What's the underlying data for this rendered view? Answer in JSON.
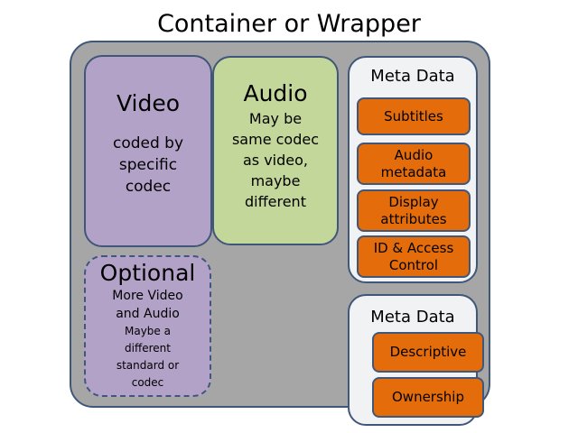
{
  "title": "Container or Wrapper",
  "colors": {
    "container_fill": "#a6a6a6",
    "border": "#40577a",
    "video_fill": "#b3a2c8",
    "audio_fill": "#c4d79b",
    "meta_fill": "#f1f2f4",
    "meta_item_fill": "#e46c0a"
  },
  "video": {
    "title": "Video",
    "lines": [
      "coded by",
      "specific",
      "codec"
    ]
  },
  "audio": {
    "title": "Audio",
    "lines": [
      "May be",
      "same codec",
      "as video,",
      "maybe",
      "different"
    ]
  },
  "optional": {
    "title": "Optional",
    "lines": [
      "More Video",
      "and Audio"
    ],
    "small_lines": [
      "Maybe a",
      "different",
      "standard or",
      "codec"
    ]
  },
  "meta_data_1": {
    "title": "Meta Data",
    "items": [
      {
        "line1": "Subtitles",
        "line2": ""
      },
      {
        "line1": "Audio",
        "line2": "metadata"
      },
      {
        "line1": "Display",
        "line2": "attributes"
      },
      {
        "line1": "ID & Access",
        "line2": "Control"
      }
    ]
  },
  "meta_data_2": {
    "title": "Meta Data",
    "items": [
      {
        "line1": "Descriptive"
      },
      {
        "line1": "Ownership"
      }
    ]
  }
}
